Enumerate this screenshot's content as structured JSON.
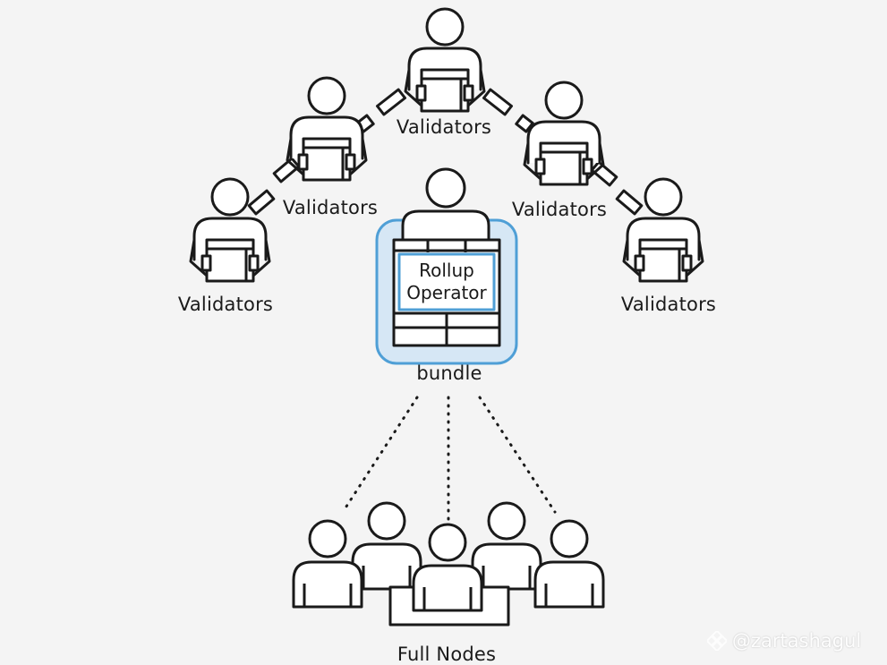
{
  "diagram": {
    "validators_label": "Validators",
    "operator_line1": "Rollup",
    "operator_line2": "Operator",
    "bundle_label": "bundle",
    "full_nodes_label": "Full Nodes"
  },
  "watermark": {
    "text": "@zartashagul",
    "icon": "binance-diamond-icon"
  },
  "colors": {
    "highlight_fill": "#d6e7f5",
    "highlight_stroke": "#4f9fd6",
    "line": "#1a1a1a"
  }
}
